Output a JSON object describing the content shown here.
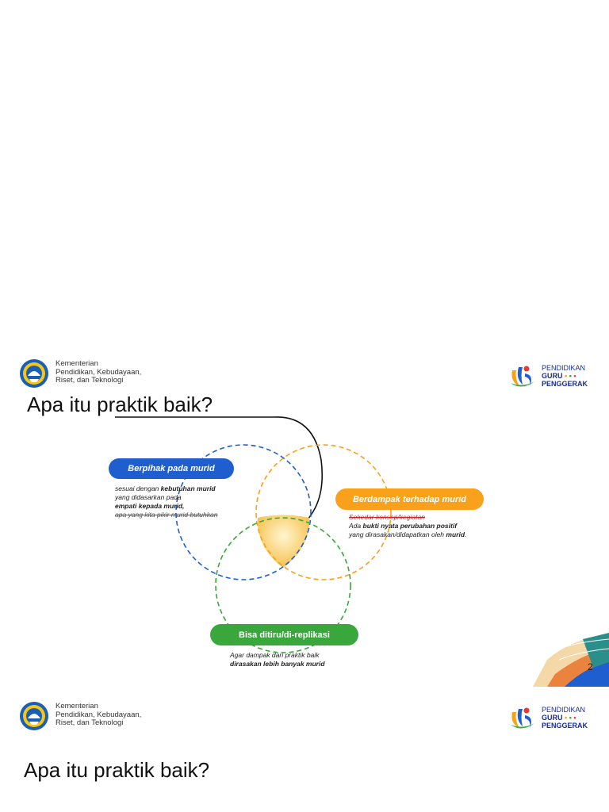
{
  "ministry": {
    "line1": "Kementerian",
    "line2": "Pendidikan, Kebudayaan,",
    "line3": "Riset, dan Teknologi"
  },
  "program": {
    "line1": "PENDIDIKAN",
    "line2": "GURU",
    "line3": "PENGGERAK"
  },
  "slide1": {
    "title_prefix": "Apa itu ",
    "title_underlined": "praktik baik?",
    "page_number": "2",
    "blue": {
      "label": "Berpihak pada murid",
      "t1": "sesuai dengan ",
      "t1b": "kebutuhan murid",
      "t2": "yang didasarkan pada",
      "t3b": "empati kepada murid,",
      "t4": "apa yang kita pikir murid butuhkan"
    },
    "orange": {
      "label": "Berdampak terhadap murid",
      "t1": "Sekedar konsep/kegiatan",
      "t2": "Ada ",
      "t2b": "bukti nyata perubahan positif",
      "t3": "yang dirasakan/didapatkan oleh ",
      "t3b": "murid",
      "t3end": "."
    },
    "green": {
      "label": "Bisa ditiru/di-replikasi",
      "t1": "Agar dampak dari praktik baik",
      "t2b": "dirasakan lebih banyak murid"
    },
    "colors": {
      "blue": "#1f5ecf",
      "orange": "#f9a11b",
      "green": "#3aa73c"
    }
  },
  "slide2": {
    "title": "Apa itu praktik baik?"
  }
}
